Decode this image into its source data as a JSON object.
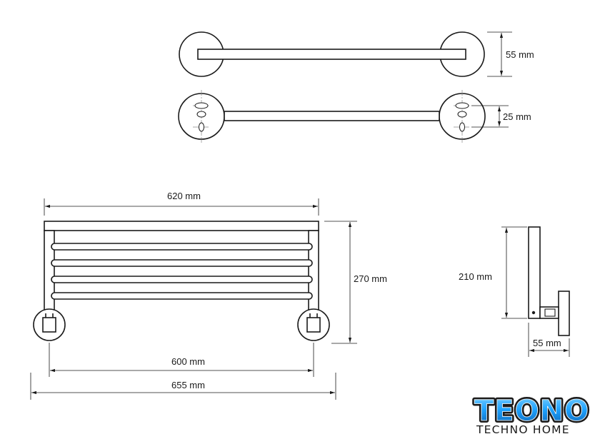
{
  "dimensions": {
    "top_depth": "55 mm",
    "mount_spacing": "25 mm",
    "overall_length": "620 mm",
    "height": "270 mm",
    "rail_spacing": "600 mm",
    "total_width": "655 mm",
    "side_height": "210 mm",
    "side_depth": "55 mm"
  },
  "logo": {
    "brand": "TEONO",
    "tagline": "TECHNO HOME"
  },
  "colors": {
    "line": "#1a1a1a",
    "center_line": "#888888",
    "logo_blue": "#1ea3ff",
    "logo_dark": "#1b1b1b"
  }
}
